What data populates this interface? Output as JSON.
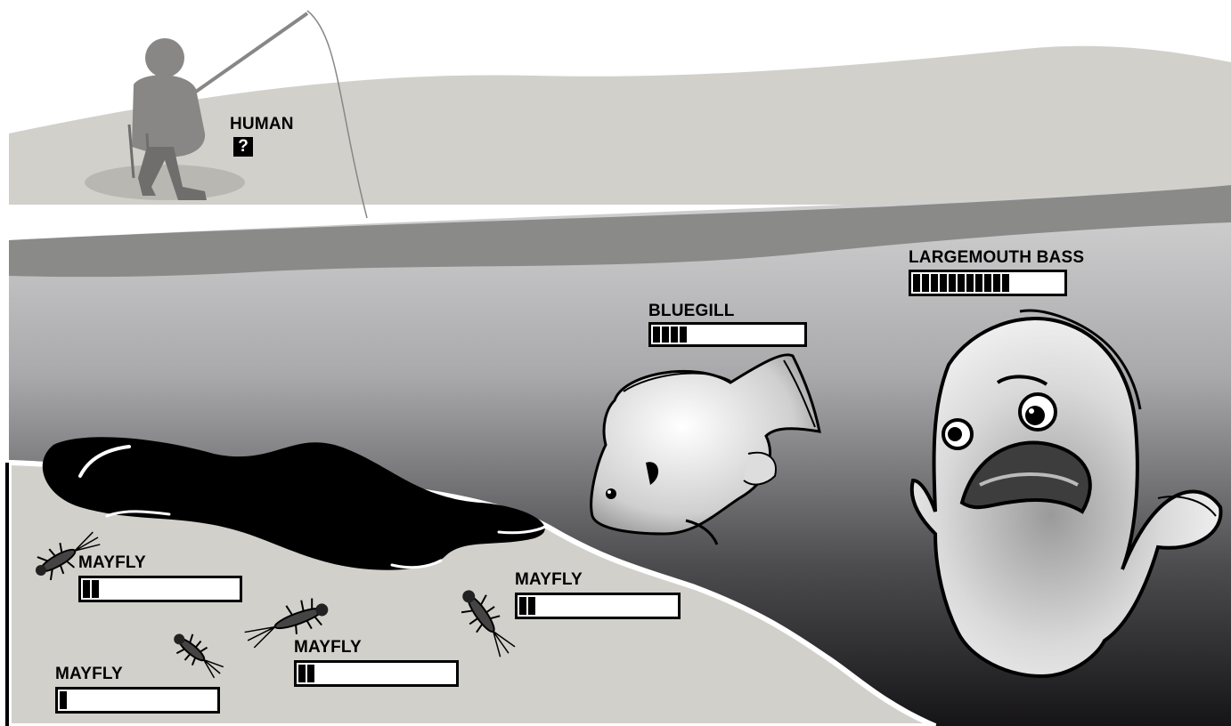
{
  "creatures": [
    {
      "key": "human",
      "label": "HUMAN",
      "status": "?"
    },
    {
      "key": "largemouth",
      "label": "LARGEMOUTH BASS",
      "segments": 11
    },
    {
      "key": "bluegill",
      "label": "BLUEGILL",
      "segments": 4
    },
    {
      "key": "mayfly1",
      "label": "MAYFLY",
      "segments": 2
    },
    {
      "key": "mayfly2",
      "label": "MAYFLY",
      "segments": 2
    },
    {
      "key": "mayfly3",
      "label": "MAYFLY",
      "segments": 2
    },
    {
      "key": "mayfly4",
      "label": "MAYFLY",
      "segments": 1
    }
  ],
  "colors": {
    "shore": "#d1d0cb",
    "water_top": "#cfcfd0",
    "water_bottom": "#1b1a1c",
    "band": "#8a8a88",
    "oil": "#000000",
    "bar_fill": "#000000"
  }
}
